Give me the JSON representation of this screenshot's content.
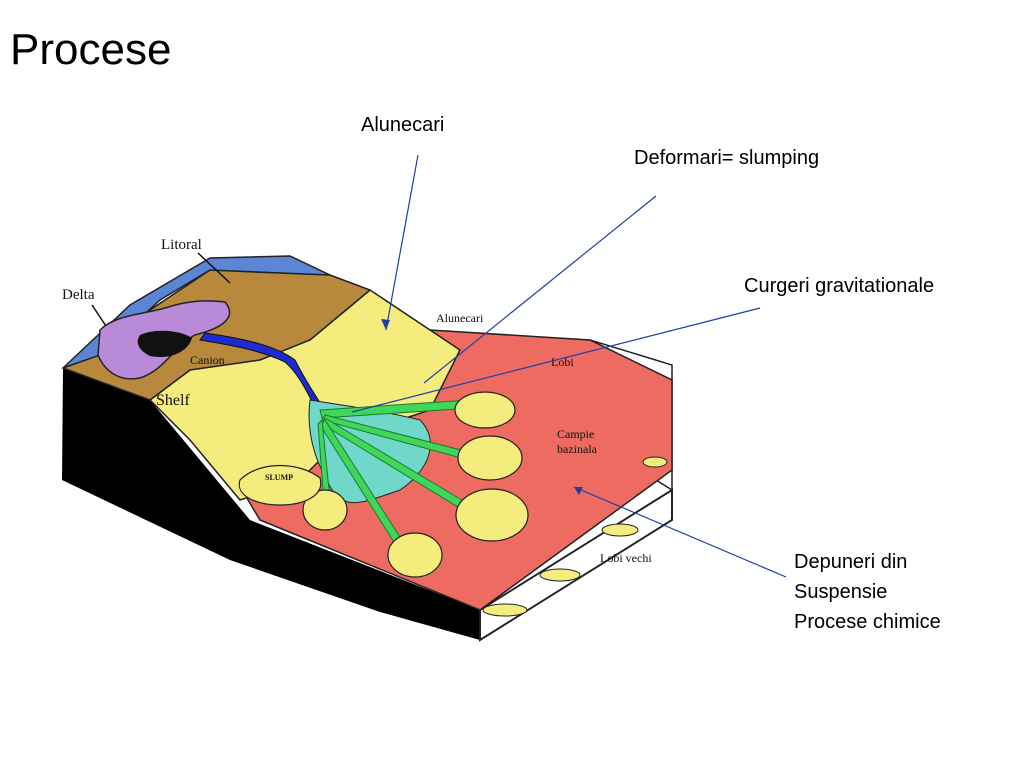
{
  "slide": {
    "title": "Procese"
  },
  "callouts": {
    "alunecari": "Alunecari",
    "deformari": "Deformari= slumping",
    "curgeri": "Curgeri gravitationale",
    "depuneri": [
      "Depuneri din",
      "Suspensie",
      "Procese chimice"
    ]
  },
  "diagram_labels": {
    "litoral": "Litoral",
    "delta": "Delta",
    "canion": "Canion",
    "shelf": "Shelf",
    "slump": "SLUMP",
    "alunecari": "Alunecari",
    "lobi": "Lobi",
    "campie_line1": "Campie",
    "campie_line2": "bazinala",
    "lobi_vechi": "Lobi vechi"
  },
  "colors": {
    "callout_line": "#1f3fa8",
    "litoral_blue": "#5b86d6",
    "shelf_brown": "#b8893d",
    "slope_yellow": "#f4ec7c",
    "basin_red": "#ee6b62",
    "canyon_blue": "#1d2bd0",
    "channel_green": "#3fd65a",
    "fan_teal": "#6fd8c8",
    "delta_purple": "#b88ad8"
  }
}
